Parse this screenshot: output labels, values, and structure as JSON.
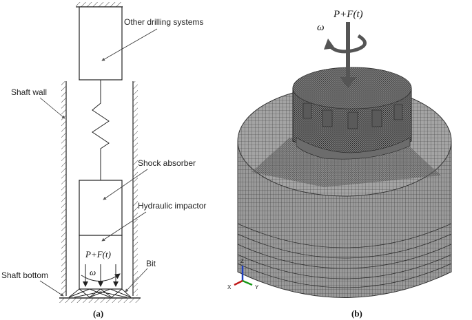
{
  "panel_a": {
    "labels": {
      "other_systems": "Other drilling systems",
      "shaft_wall": "Shaft wall",
      "shock_absorber": "Shock absorber",
      "hydraulic_impactor": "Hydraulic impactor",
      "load": "P+F(t)",
      "omega": "ω",
      "bit": "Bit",
      "shaft_bottom": "Shaft bottom"
    },
    "caption": "(a)"
  },
  "panel_b": {
    "load": "P+F(t)",
    "omega": "ω",
    "axes": {
      "z": "Z",
      "x": "X",
      "y": "Y"
    },
    "caption": "(b)"
  }
}
